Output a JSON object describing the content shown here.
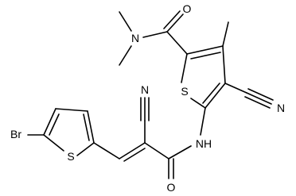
{
  "atoms": {
    "oxygen_amide_top": "O",
    "nitrogen_dimethyl": "N",
    "sulfur_ring_right": "S",
    "nitrogen_nitrile_right": "N",
    "nitrogen_amide_nh": "NH",
    "nitrogen_nitrile_top": "N",
    "bromine": "Br",
    "sulfur_ring_left": "S",
    "oxygen_amide_bottom": "O"
  },
  "colors": {
    "bond": "#000000",
    "label": "#000000",
    "background": "#ffffff"
  }
}
